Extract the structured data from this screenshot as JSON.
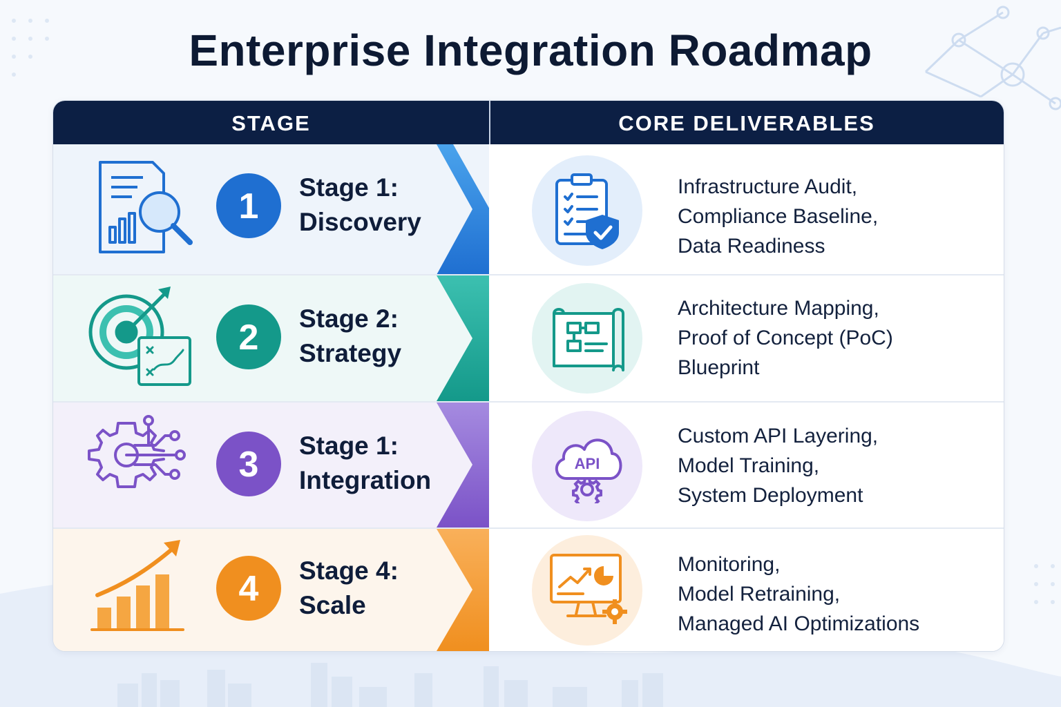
{
  "title": "Enterprise Integration Roadmap",
  "header": {
    "stage": "STAGE",
    "deliverables": "CORE DELIVERABLES"
  },
  "rows": [
    {
      "badge": "1",
      "label_line1": "Stage 1:",
      "label_line2": "Discovery",
      "icon": "document-search-icon",
      "deliverable_icon": "checklist-shield-icon",
      "deliverables": [
        "Infrastructure Audit,",
        "Compliance Baseline,",
        "Data Readiness"
      ],
      "color": "#1f6fd1",
      "tint": "#eef4fb"
    },
    {
      "badge": "2",
      "label_line1": "Stage 2:",
      "label_line2": "Strategy",
      "icon": "target-arrow-icon",
      "deliverable_icon": "blueprint-icon",
      "deliverables": [
        "Architecture Mapping,",
        "Proof of Concept (PoC)",
        "Blueprint"
      ],
      "color": "#14998a",
      "tint": "#eef8f7"
    },
    {
      "badge": "3",
      "label_line1": "Stage 1:",
      "label_line2": "Integration",
      "icon": "gear-circuit-icon",
      "deliverable_icon": "api-cloud-icon",
      "deliverables": [
        "Custom API Layering,",
        "Model Training,",
        "System Deployment"
      ],
      "color": "#7b52c7",
      "tint": "#f3f0fa"
    },
    {
      "badge": "4",
      "label_line1": "Stage 4:",
      "label_line2": "Scale",
      "icon": "growth-chart-icon",
      "deliverable_icon": "monitor-analytics-icon",
      "deliverables": [
        "Monitoring,",
        "Model Retraining,",
        "Managed AI Optimizations"
      ],
      "color": "#f08f1f",
      "tint": "#fdf5ec"
    }
  ],
  "icon_label": "API"
}
